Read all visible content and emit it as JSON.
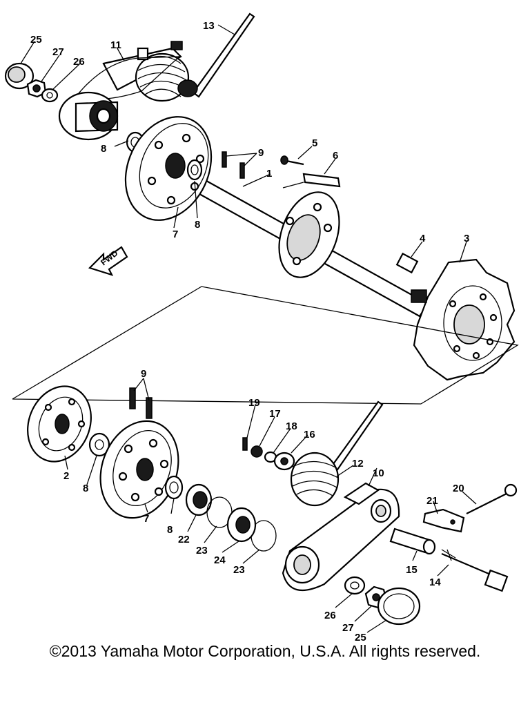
{
  "arrow_label": "FWD",
  "callouts": {
    "c25a": "25",
    "c27a": "27",
    "c26a": "26",
    "c11": "11",
    "c13": "13",
    "c8a": "8",
    "c8b": "8",
    "c7a": "7",
    "c9a": "9",
    "c5": "5",
    "c6": "6",
    "c1": "1",
    "c4": "4",
    "c3": "3",
    "c9b": "9",
    "c2": "2",
    "c8c": "8",
    "c7b": "7",
    "c8d": "8",
    "c19": "19",
    "c17": "17",
    "c18": "18",
    "c16": "16",
    "c12": "12",
    "c10": "10",
    "c20": "20",
    "c21": "21",
    "c22": "22",
    "c23a": "23",
    "c24": "24",
    "c23b": "23",
    "c15": "15",
    "c14": "14",
    "c26b": "26",
    "c27b": "27",
    "c25b": "25"
  },
  "copyright": "©2013 Yamaha Motor Corporation, U.S.A. All rights reserved."
}
